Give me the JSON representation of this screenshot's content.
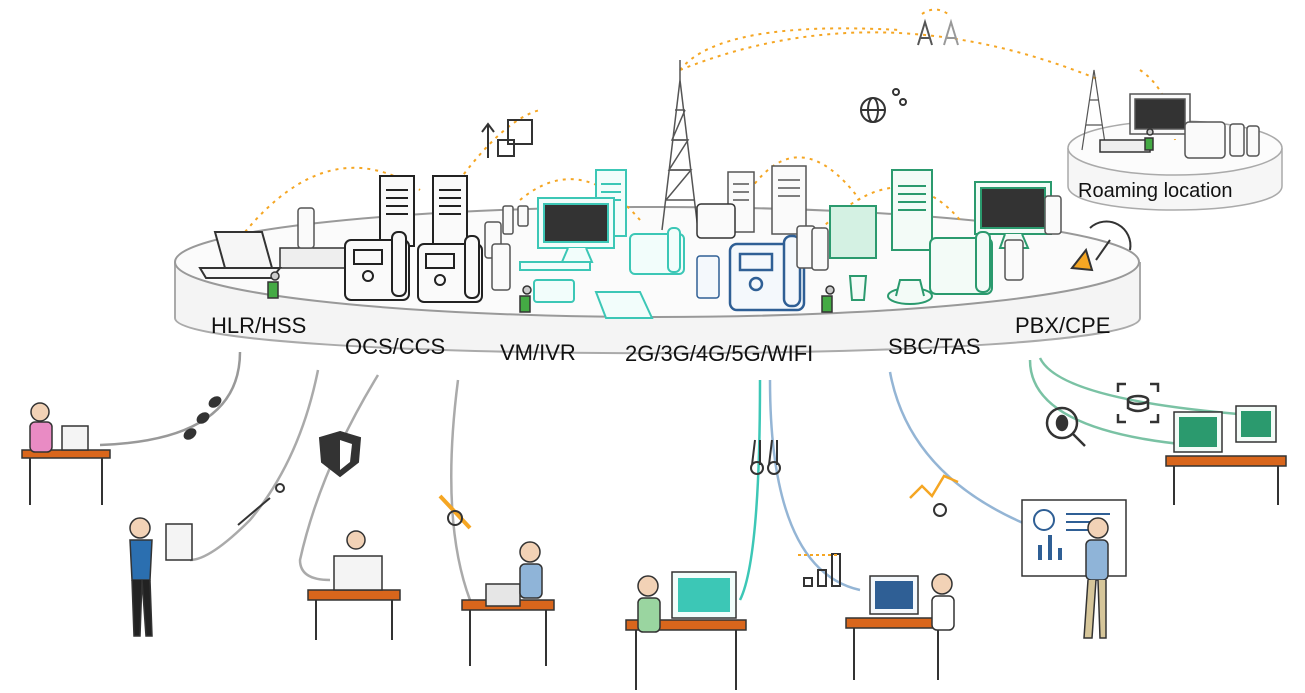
{
  "labels": {
    "hlr": "HLR/HSS",
    "ocs": "OCS/CCS",
    "vm": "VM/IVR",
    "radio": "2G/3G/4G/5G/WIFI",
    "sbc": "SBC/TAS",
    "pbx": "PBX/CPE",
    "roaming": "Roaming location"
  },
  "colors": {
    "orange": "#f5a623",
    "teal": "#3cc7b6",
    "green": "#2b9a6e",
    "blue": "#2f5f95",
    "gray": "#888888",
    "desk": "#d9661c"
  }
}
